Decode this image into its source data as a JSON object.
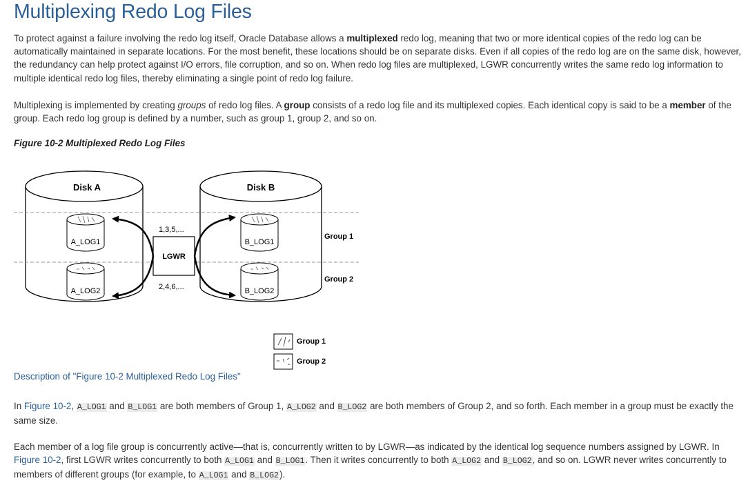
{
  "heading": "Multiplexing Redo Log Files",
  "para1": {
    "pre": "To protect against a failure involving the redo log itself, Oracle Database allows a ",
    "bold": "multiplexed",
    "post": " redo log, meaning that two or more identical copies of the redo log can be automatically maintained in separate locations. For the most benefit, these locations should be on separate disks. Even if all copies of the redo log are on the same disk, however, the redundancy can help protect against I/O errors, file corruption, and so on. When redo log files are multiplexed, LGWR concurrently writes the same redo log information to multiple identical redo log files, thereby eliminating a single point of redo log failure."
  },
  "para2": {
    "t1": "Multiplexing is implemented by creating ",
    "i1": "groups",
    "t2": " of redo log files. A ",
    "b1": "group",
    "t3": " consists of a redo log file and its multiplexed copies. Each identical copy is said to be a ",
    "b2": "member",
    "t4": " of the group. Each redo log group is defined by a number, such as group 1, group 2, and so on."
  },
  "figure": {
    "caption": "Figure 10-2 Multiplexed Redo Log Files",
    "disk_a": "Disk A",
    "disk_b": "Disk B",
    "a_log1": "A_LOG1",
    "a_log2": "A_LOG2",
    "b_log1": "B_LOG1",
    "b_log2": "B_LOG2",
    "lgwr": "LGWR",
    "seq_odd": "1,3,5,...",
    "seq_even": "2,4,6,...",
    "group1": "Group 1",
    "group2": "Group 2",
    "legend_group1": "Group 1",
    "legend_group2": "Group 2"
  },
  "description_link": "Description of \"Figure 10-2 Multiplexed Redo Log Files\"",
  "para3": {
    "t1": "In ",
    "link": "Figure 10-2",
    "t2": ", ",
    "c1": "A_LOG1",
    "t3": " and ",
    "c2": "B_LOG1",
    "t4": " are both members of Group 1, ",
    "c3": "A_LOG2",
    "t5": " and ",
    "c4": "B_LOG2",
    "t6": " are both members of Group 2, and so forth. Each member in a group must be exactly the same size."
  },
  "para4": {
    "t1": "Each member of a log file group is concurrently active—that is, concurrently written to by LGWR—as indicated by the identical log sequence numbers assigned by LGWR. In ",
    "link": "Figure 10-2",
    "t2": ", first LGWR writes concurrently to both ",
    "c1": "A_LOG1",
    "t3": " and ",
    "c2": "B_LOG1",
    "t4": ". Then it writes concurrently to both ",
    "c3": "A_LOG2",
    "t5": " and ",
    "c4": "B_LOG2",
    "t6": ", and so on. LGWR never writes concurrently to members of different groups (for example, to ",
    "c5": "A_LOG1",
    "t7": " and ",
    "c6": "B_LOG2",
    "t8": ")."
  },
  "colors": {
    "heading": "#2b5f97",
    "link": "#2b5f97",
    "body_text": "#333333"
  }
}
